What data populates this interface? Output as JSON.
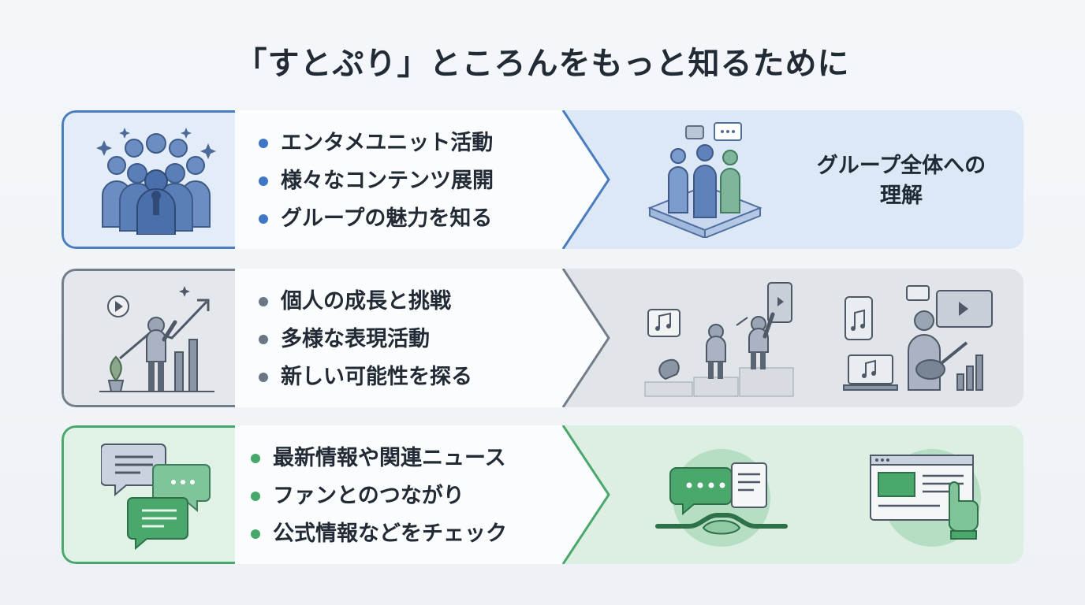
{
  "title": "「すとぷり」ところんをもっと知るために",
  "rows": [
    {
      "bullets": [
        "エンタメユニット活動",
        "様々なコンテンツ展開",
        "グループの魅力を知る"
      ],
      "result": "グループ全体への理解",
      "icons": [
        "group-crowd-icon",
        "group-platform-icon"
      ],
      "accent": "#4a7dc0"
    },
    {
      "bullets": [
        "個人の成長と挑戦",
        "多様な表現活動",
        "新しい可能性を探る"
      ],
      "icons": [
        "growth-person-icon",
        "performance-stage-icon",
        "musician-media-icon"
      ],
      "accent": "#737d8a"
    },
    {
      "bullets": [
        "最新情報や関連ニュース",
        "ファンとのつながり",
        "公式情報などをチェック"
      ],
      "icons": [
        "chat-bubbles-icon",
        "connection-chat-icon",
        "web-news-icon"
      ],
      "accent": "#4aa86c"
    }
  ]
}
